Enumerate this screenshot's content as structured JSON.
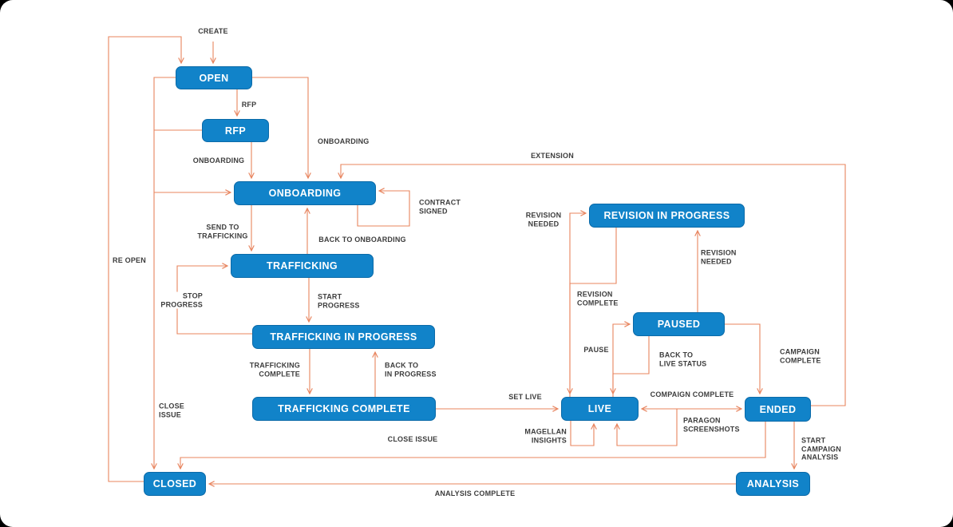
{
  "diagram": {
    "type": "state-flow-diagram",
    "colors": {
      "node_fill": "#1183c9",
      "node_border": "#0b6aa8",
      "edge": "#e8845e",
      "label_text": "#3d3d3d",
      "background": "#ffffff"
    },
    "nodes": {
      "open": {
        "label": "OPEN"
      },
      "rfp": {
        "label": "RFP"
      },
      "onboarding": {
        "label": "ONBOARDING"
      },
      "trafficking": {
        "label": "TRAFFICKING"
      },
      "trafficking_in_progress": {
        "label": "TRAFFICKING IN PROGRESS"
      },
      "trafficking_complete": {
        "label": "TRAFFICKING COMPLETE"
      },
      "live": {
        "label": "LIVE"
      },
      "paused": {
        "label": "PAUSED"
      },
      "revision_in_progress": {
        "label": "REVISION IN PROGRESS"
      },
      "ended": {
        "label": "ENDED"
      },
      "analysis": {
        "label": "ANALYSIS"
      },
      "closed": {
        "label": "CLOSED"
      }
    },
    "edges": [
      {
        "from": "",
        "to": "open",
        "label": "CREATE"
      },
      {
        "from": "closed",
        "to": "open",
        "label": "RE OPEN"
      },
      {
        "from": "open",
        "to": "rfp",
        "label": "RFP"
      },
      {
        "from": "open",
        "to": "onboarding",
        "label": "ONBOARDING"
      },
      {
        "from": "rfp",
        "to": "onboarding",
        "label": "ONBOARDING"
      },
      {
        "from": "open",
        "to": "closed",
        "label": "CLOSE\nISSUE"
      },
      {
        "from": "onboarding",
        "to": "onboarding",
        "label": "CONTRACT\nSIGNED"
      },
      {
        "from": "onboarding",
        "to": "trafficking",
        "label": "SEND TO\nTRAFFICKING"
      },
      {
        "from": "trafficking",
        "to": "onboarding",
        "label": "BACK TO ONBOARDING"
      },
      {
        "from": "trafficking",
        "to": "trafficking_in_progress",
        "label": "START\nPROGRESS"
      },
      {
        "from": "trafficking_in_progress",
        "to": "trafficking",
        "label": "STOP\nPROGRESS"
      },
      {
        "from": "trafficking_in_progress",
        "to": "trafficking_complete",
        "label": "TRAFFICKING\nCOMPLETE"
      },
      {
        "from": "trafficking_complete",
        "to": "trafficking_in_progress",
        "label": "BACK TO\nIN PROGRESS"
      },
      {
        "from": "trafficking_complete",
        "to": "live",
        "label": "SET LIVE"
      },
      {
        "from": "live",
        "to": "ended",
        "label": "COMPAIGN COMPLETE",
        "bidirectional": true
      },
      {
        "from": "live",
        "to": "revision_in_progress",
        "label": "REVISION\nNEEDED"
      },
      {
        "from": "revision_in_progress",
        "to": "live",
        "label": "REVISION\nCOMPLETE"
      },
      {
        "from": "live",
        "to": "paused",
        "label": "PAUSE"
      },
      {
        "from": "paused",
        "to": "live",
        "label": "BACK TO\nLIVE STATUS"
      },
      {
        "from": "paused",
        "to": "revision_in_progress",
        "label": "REVISION\nNEEDED"
      },
      {
        "from": "paused",
        "to": "ended",
        "label": "CAMPAIGN\nCOMPLETE"
      },
      {
        "from": "live",
        "to": "live",
        "label": "MAGELLAN\nINSIGHTS"
      },
      {
        "from": "ended",
        "to": "live",
        "label": "PARAGON\nSCREENSHOTS"
      },
      {
        "from": "ended",
        "to": "closed",
        "label": "CLOSE ISSUE"
      },
      {
        "from": "ended",
        "to": "analysis",
        "label": "START\nCAMPAIGN\nANALYSIS"
      },
      {
        "from": "analysis",
        "to": "closed",
        "label": "ANALYSIS COMPLETE"
      },
      {
        "from": "ended",
        "to": "onboarding",
        "label": "EXTENSION"
      }
    ]
  }
}
